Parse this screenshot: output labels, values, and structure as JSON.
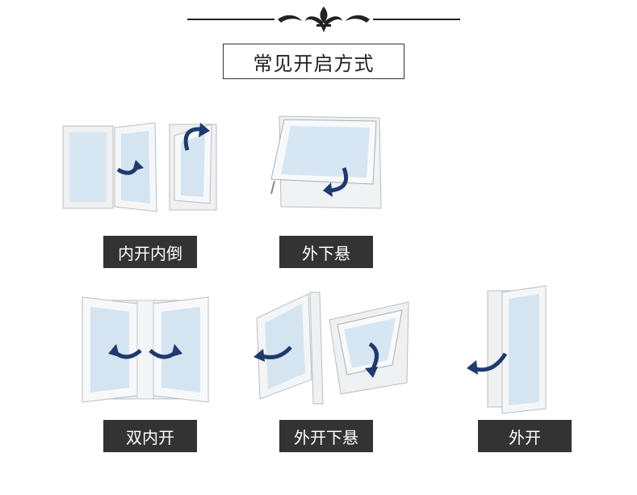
{
  "title": "常见开启方式",
  "colors": {
    "label_bg": "#333333",
    "arrow": "#1e3a6e",
    "glass": "#d7e6f3",
    "frame": "#f2f3f4"
  },
  "items": [
    {
      "label": "内开内倒"
    },
    {
      "label": "外下悬"
    },
    {
      "label": "双内开"
    },
    {
      "label": "外开下悬"
    },
    {
      "label": "外开"
    }
  ]
}
